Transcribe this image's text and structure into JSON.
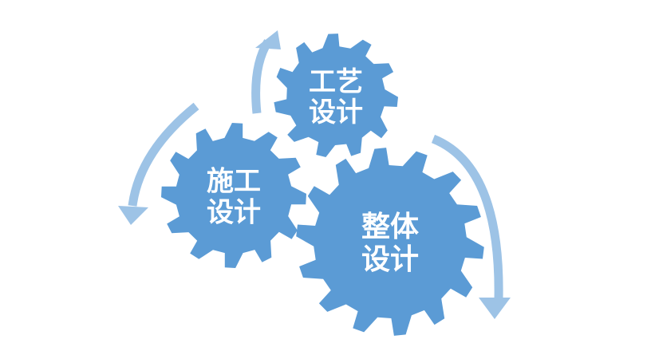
{
  "diagram": {
    "gears": [
      {
        "id": "craft",
        "lines": [
          "工艺",
          "设计"
        ]
      },
      {
        "id": "construction",
        "lines": [
          "施工",
          "设计"
        ]
      },
      {
        "id": "overall",
        "lines": [
          "整体",
          "设计"
        ]
      }
    ],
    "colors": {
      "gear": "#5b9bd5",
      "arrow": "#9dc3e6",
      "text": "#ffffff",
      "background": "#ffffff"
    }
  }
}
